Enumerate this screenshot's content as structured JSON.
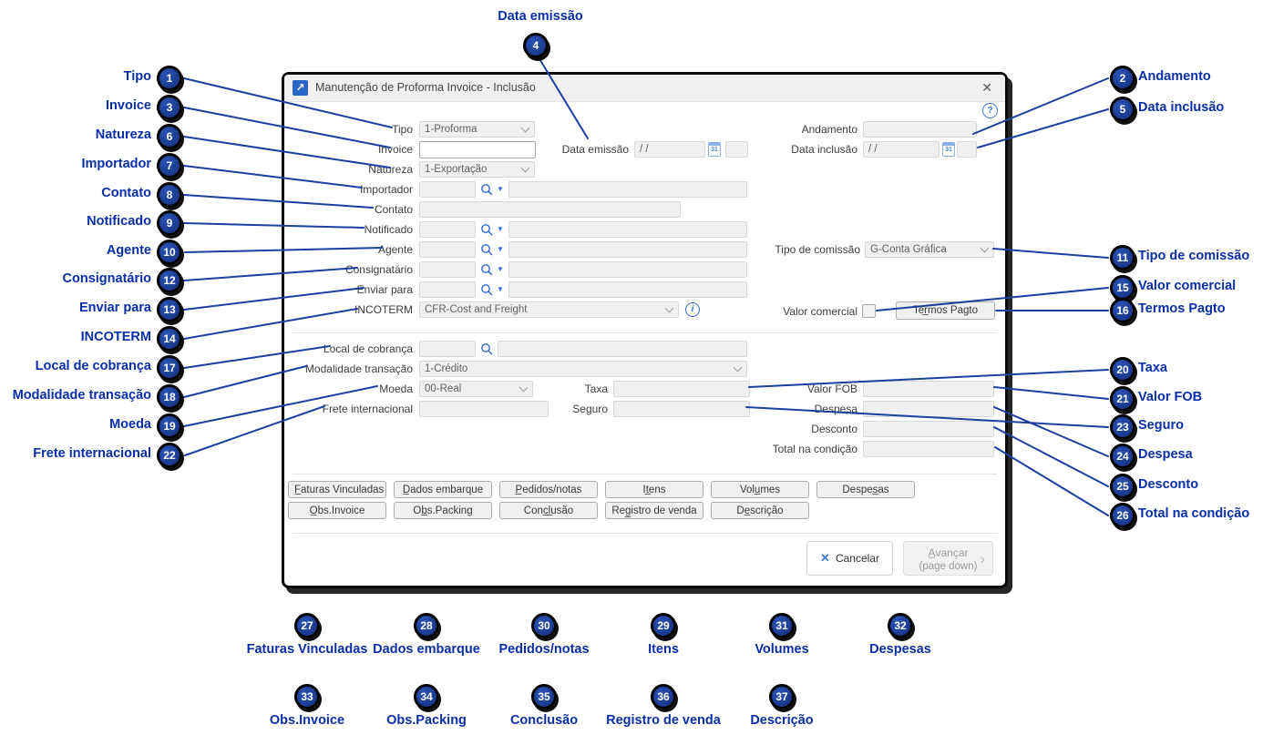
{
  "window": {
    "title": "Manutenção de Proforma Invoice - Inclusão",
    "icon": "↗",
    "close_icon": "✕",
    "help_icon": "?"
  },
  "form": {
    "tipo": {
      "label": "Tipo",
      "value": "1-Proforma"
    },
    "invoice": {
      "label": "Invoice",
      "value": ""
    },
    "natureza": {
      "label": "Natureza",
      "value": "1-Exportação"
    },
    "data_emissao": {
      "label": "Data emissão",
      "value": "/ /",
      "calendar_icon": "31"
    },
    "andamento": {
      "label": "Andamento",
      "value": ""
    },
    "data_inclusao": {
      "label": "Data inclusão",
      "value": "/ /",
      "calendar_icon": "31"
    },
    "importador": {
      "label": "Importador",
      "code": "",
      "name": ""
    },
    "contato": {
      "label": "Contato",
      "value": ""
    },
    "notificado": {
      "label": "Notificado",
      "code": "",
      "name": ""
    },
    "agente": {
      "label": "Agente",
      "code": "",
      "name": ""
    },
    "consignatario": {
      "label": "Consignatário",
      "code": "",
      "name": ""
    },
    "enviar_para": {
      "label": "Enviar para",
      "code": "",
      "name": ""
    },
    "incoterm": {
      "label": "INCOTERM",
      "value": "CFR-Cost and Freight",
      "info_icon": "i"
    },
    "tipo_comissao": {
      "label": "Tipo de comissão",
      "value": "G-Conta Gráfica"
    },
    "valor_comercial": {
      "label": "Valor comercial",
      "checked": false
    },
    "termos_pagto": {
      "button_label": "Ter̲mos Pagto"
    },
    "local_cobranca": {
      "label": "Local de cobrança",
      "code": "",
      "name": ""
    },
    "modalidade_transacao": {
      "label": "Modalidade transação",
      "value": "1-Crédito"
    },
    "moeda": {
      "label": "Moeda",
      "value": "00-Real"
    },
    "taxa": {
      "label": "Taxa",
      "value": ""
    },
    "valor_fob": {
      "label": "Valor FOB",
      "value": ""
    },
    "frete_internacional": {
      "label": "Frete internacional",
      "value": ""
    },
    "seguro": {
      "label": "Seguro",
      "value": ""
    },
    "despesa": {
      "label": "Despesa",
      "value": ""
    },
    "desconto": {
      "label": "Desconto",
      "value": ""
    },
    "total_na_condicao": {
      "label": "Total na condição",
      "value": ""
    }
  },
  "tabs": {
    "row1": [
      "F̲aturas Vinculadas",
      "D̲ados embarque",
      "P̲edidos/notas",
      "It̲ens",
      "Volu̲mes",
      "Despes̲as"
    ],
    "row2": [
      "O̲bs.Invoice",
      "Ob̲s.Packing",
      "Conc̲l̲usão",
      "Reg̲istro de venda",
      "De̲scrição"
    ]
  },
  "footer": {
    "cancel_label": "Cancelar",
    "cancel_icon": "✕",
    "next_label": "A̲vançar",
    "next_sublabel": "(page down)",
    "next_icon": "›"
  },
  "annotations": {
    "badge_color": "#1b3c96",
    "label_color": "#0a2fa4",
    "line_color": "#1c3fa0",
    "top": [
      {
        "num": "4",
        "label": "Data emissão"
      }
    ],
    "left": [
      {
        "num": "1",
        "label": "Tipo"
      },
      {
        "num": "3",
        "label": "Invoice"
      },
      {
        "num": "6",
        "label": "Natureza"
      },
      {
        "num": "7",
        "label": "Importador"
      },
      {
        "num": "8",
        "label": "Contato"
      },
      {
        "num": "9",
        "label": "Notificado"
      },
      {
        "num": "10",
        "label": "Agente"
      },
      {
        "num": "12",
        "label": "Consignatário"
      },
      {
        "num": "13",
        "label": "Enviar para"
      },
      {
        "num": "14",
        "label": "INCOTERM"
      },
      {
        "num": "17",
        "label": "Local de cobrança"
      },
      {
        "num": "18",
        "label": "Modalidade transação"
      },
      {
        "num": "19",
        "label": "Moeda"
      },
      {
        "num": "22",
        "label": "Frete internacional"
      }
    ],
    "right": [
      {
        "num": "2",
        "label": "Andamento"
      },
      {
        "num": "5",
        "label": "Data inclusão"
      },
      {
        "num": "11",
        "label": "Tipo de comissão"
      },
      {
        "num": "15",
        "label": "Valor comercial"
      },
      {
        "num": "16",
        "label": "Termos Pagto"
      },
      {
        "num": "20",
        "label": "Taxa"
      },
      {
        "num": "21",
        "label": "Valor FOB"
      },
      {
        "num": "23",
        "label": "Seguro"
      },
      {
        "num": "24",
        "label": "Despesa"
      },
      {
        "num": "25",
        "label": "Desconto"
      },
      {
        "num": "26",
        "label": "Total na condição"
      }
    ],
    "bottom_row1": [
      {
        "num": "27",
        "label": "Faturas Vinculadas"
      },
      {
        "num": "28",
        "label": "Dados embarque"
      },
      {
        "num": "30",
        "label": "Pedidos/notas"
      },
      {
        "num": "29",
        "label": "Itens"
      },
      {
        "num": "31",
        "label": "Volumes"
      },
      {
        "num": "32",
        "label": "Despesas"
      }
    ],
    "bottom_row2": [
      {
        "num": "33",
        "label": "Obs.Invoice"
      },
      {
        "num": "34",
        "label": "Obs.Packing"
      },
      {
        "num": "35",
        "label": "Conclusão"
      },
      {
        "num": "36",
        "label": "Registro de venda"
      },
      {
        "num": "37",
        "label": "Descrição"
      }
    ]
  }
}
